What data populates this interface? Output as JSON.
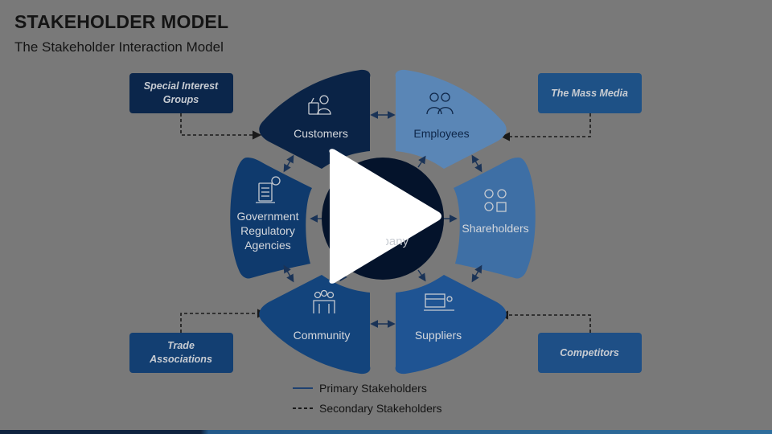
{
  "slide": {
    "title": "STAKEHOLDER MODEL",
    "subtitle": "The Stakeholder Interaction Model"
  },
  "center": {
    "text": "Company",
    "color": "#04132b"
  },
  "primary_stakeholders": [
    {
      "label": "Customers",
      "icon": "customer-icon",
      "color": "#0a2346"
    },
    {
      "label": "Employees",
      "icon": "employees-icon",
      "color": "#5a86b6"
    },
    {
      "label": "Shareholders",
      "icon": "shareholders-icon",
      "color": "#3e6fa5"
    },
    {
      "label": "Suppliers",
      "icon": "suppliers-icon",
      "color": "#1f5493"
    },
    {
      "label": "Community",
      "icon": "community-icon",
      "color": "#13447c"
    },
    {
      "label": "Government Regulatory Agencies",
      "label_lines": [
        "Government",
        "Regulatory",
        "Agencies"
      ],
      "icon": "regulation-icon",
      "color": "#0f3a6d"
    }
  ],
  "secondary_stakeholders": [
    {
      "label_lines": [
        "Special Interest",
        "Groups"
      ],
      "color": "#0b264b"
    },
    {
      "label_lines": [
        "The Mass Media"
      ],
      "color": "#1e5186"
    },
    {
      "label_lines": [
        "Trade",
        "Associations"
      ],
      "color": "#133f72"
    },
    {
      "label_lines": [
        "Competitors"
      ],
      "color": "#1e4f86"
    }
  ],
  "legend": {
    "primary": "Primary Stakeholders",
    "secondary": "Secondary Stakeholders"
  },
  "overlay": {
    "icon": "play-icon"
  }
}
